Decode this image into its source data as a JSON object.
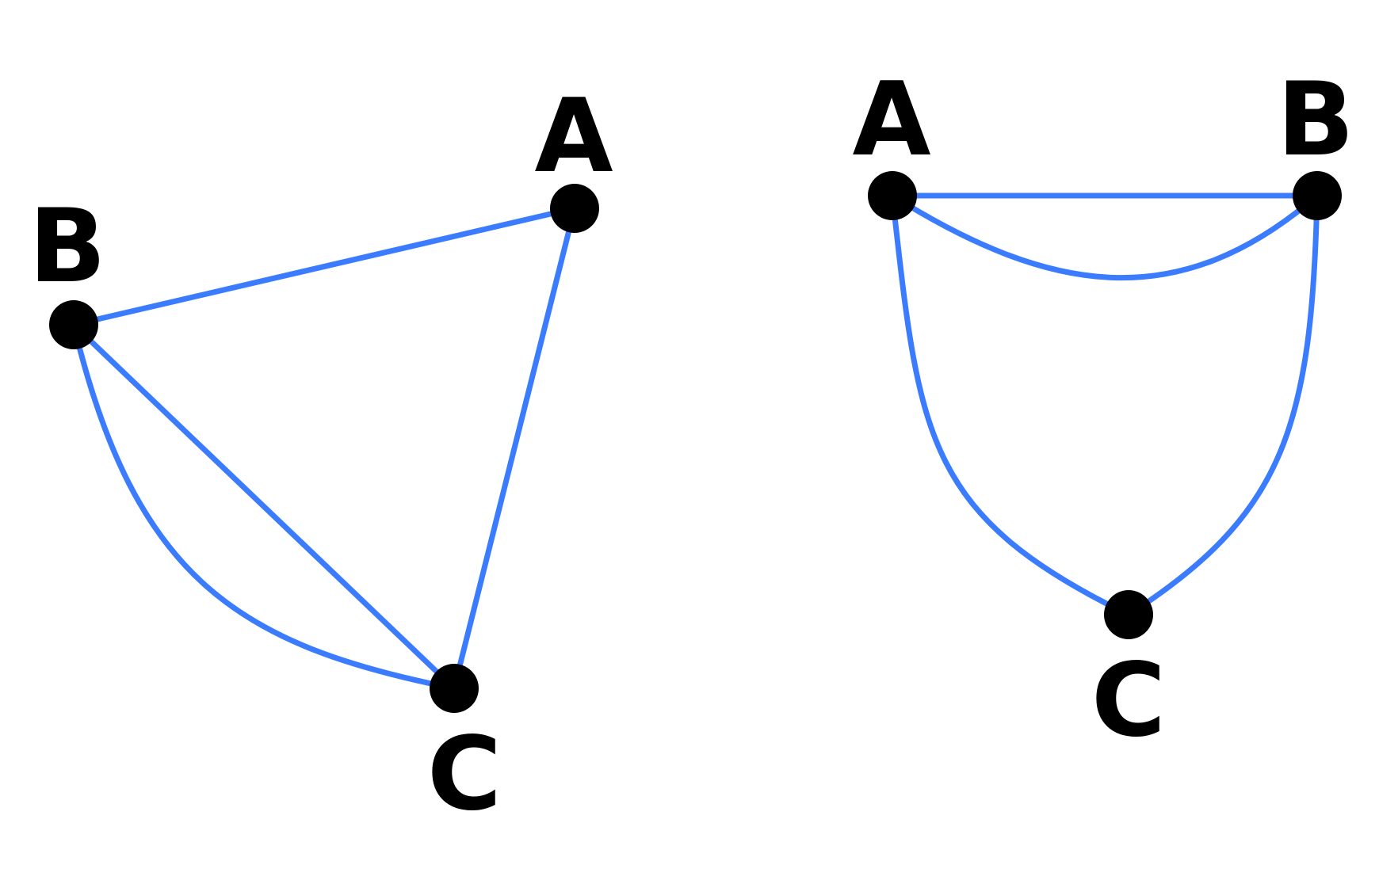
{
  "colors": {
    "edge": "#3b7cff",
    "node": "#000000",
    "background": "#ffffff"
  },
  "graphs": [
    {
      "id": "left",
      "nodes": [
        {
          "id": "A",
          "label": "A"
        },
        {
          "id": "B",
          "label": "B"
        },
        {
          "id": "C",
          "label": "C"
        }
      ],
      "edges": [
        {
          "from": "A",
          "to": "B",
          "shape": "straight"
        },
        {
          "from": "A",
          "to": "C",
          "shape": "straight"
        },
        {
          "from": "B",
          "to": "C",
          "shape": "straight"
        },
        {
          "from": "B",
          "to": "C",
          "shape": "curved"
        }
      ]
    },
    {
      "id": "right",
      "nodes": [
        {
          "id": "A",
          "label": "A"
        },
        {
          "id": "B",
          "label": "B"
        },
        {
          "id": "C",
          "label": "C"
        }
      ],
      "edges": [
        {
          "from": "A",
          "to": "B",
          "shape": "straight"
        },
        {
          "from": "A",
          "to": "B",
          "shape": "curved"
        },
        {
          "from": "A",
          "to": "C",
          "shape": "curved"
        },
        {
          "from": "B",
          "to": "C",
          "shape": "curved"
        }
      ]
    }
  ]
}
